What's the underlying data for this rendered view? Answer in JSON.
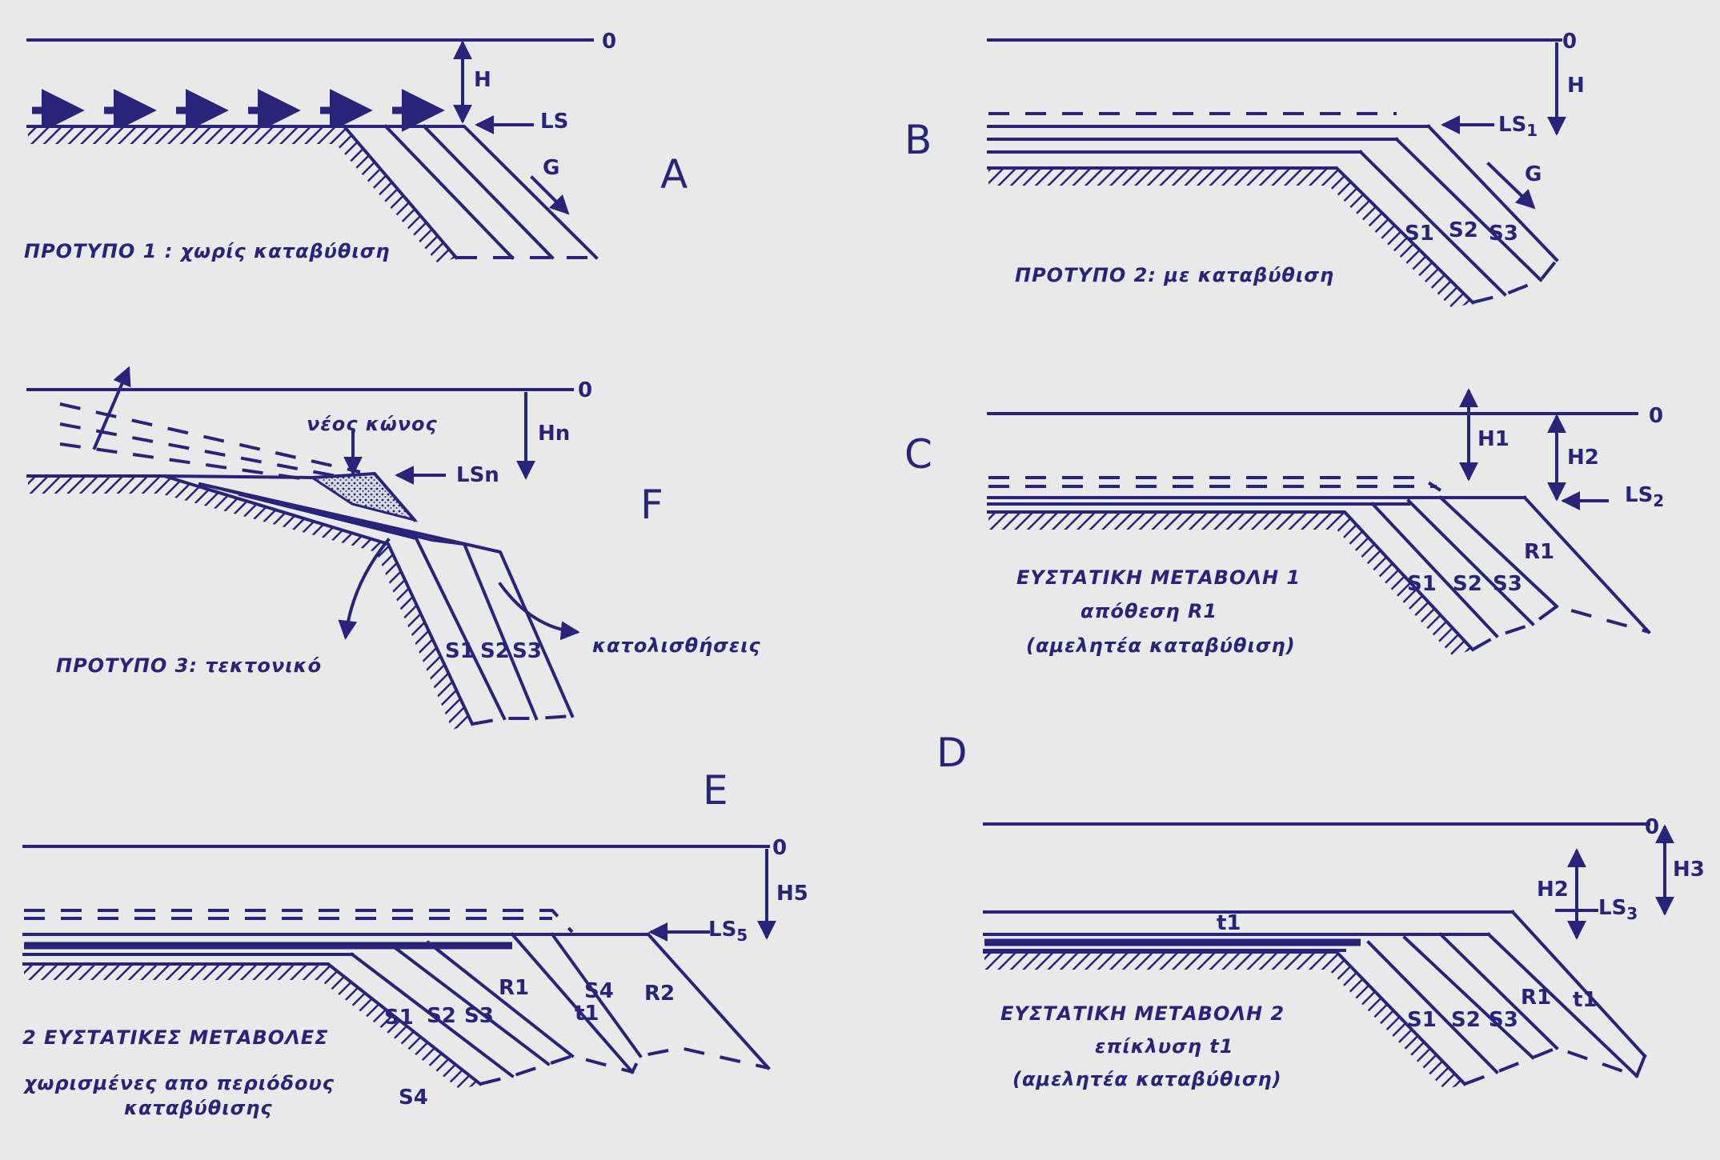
{
  "panels": {
    "A": {
      "letter": "A",
      "zero": "0",
      "H": "H",
      "LS": "LS",
      "G": "G",
      "caption": "ΠΡΟΤΥΠΟ 1 : χωρίς καταβύθιση"
    },
    "B": {
      "letter": "B",
      "zero": "0",
      "H": "H",
      "LS": "LS",
      "LS_sub": "1",
      "G": "G",
      "S1": "S1",
      "S2": "S2",
      "S3": "S3",
      "caption": "ΠΡΟΤΥΠΟ 2: με καταβύθιση"
    },
    "F": {
      "letter": "F",
      "zero": "0",
      "H": "Hn",
      "LS": "LSn",
      "new_cone": "νέος κώνος",
      "S1": "S1",
      "S2": "S2",
      "S3": "S3",
      "slides": "κατολισθήσεις",
      "caption": "ΠΡΟΤΥΠΟ 3: τεκτονικό"
    },
    "C": {
      "letter": "C",
      "zero": "0",
      "H1": "H1",
      "H2": "H2",
      "LS": "LS",
      "LS_sub": "2",
      "S1": "S1",
      "S2": "S2",
      "S3": "S3",
      "R1": "R1",
      "caption_1": "ΕΥΣΤΑΤΙΚΗ ΜΕΤΑΒΟΛΗ 1",
      "caption_2": "απόθεση R1",
      "caption_3": "(αμελητέα καταβύθιση)"
    },
    "E": {
      "letter": "E",
      "zero": "0",
      "H5": "H5",
      "LS": "LS",
      "LS_sub": "5",
      "S1": "S1",
      "S2": "S2",
      "S3": "S3",
      "R1": "R1",
      "S4": "S4",
      "S4_low": "S4",
      "R2": "R2",
      "t": "t1",
      "caption_1": "2 ΕΥΣΤΑΤΙΚΕΣ ΜΕΤΑΒΟΛΕΣ",
      "caption_2": "χωρισμένες απο περιόδους",
      "caption_3": "καταβύθισης"
    },
    "D": {
      "letter": "D",
      "zero": "0",
      "H2": "H2",
      "H3": "H3",
      "LS": "LS",
      "LS_sub": "3",
      "t1_top": "t1",
      "t1_slope": "t1",
      "S1": "S1",
      "S2": "S2",
      "S3": "S3",
      "R1": "R1",
      "caption_1": "ΕΥΣΤΑΤΙΚΗ ΜΕΤΑΒΟΛΗ 2",
      "caption_2": "επίκλυση t1",
      "caption_3": "(αμελητέα καταβύθιση)"
    }
  }
}
